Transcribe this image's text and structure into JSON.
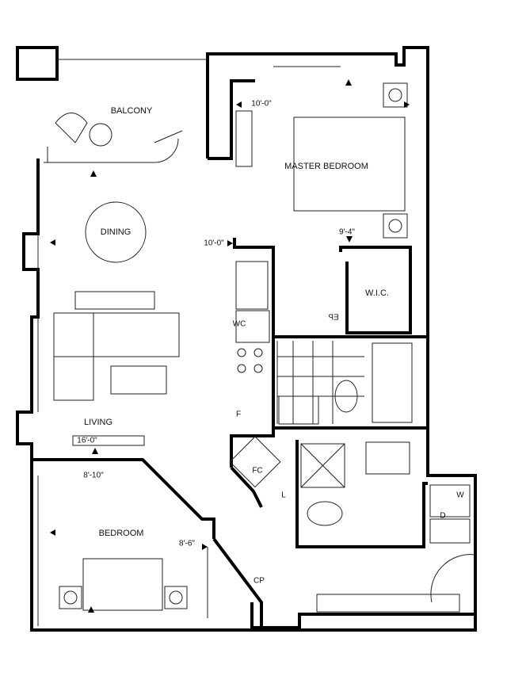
{
  "rooms": {
    "balcony": "BALCONY",
    "master_bedroom": "MASTER BEDROOM",
    "dining": "DINING",
    "wic": "W.I.C.",
    "living": "LIVING",
    "bedroom": "BEDROOM"
  },
  "dimensions": {
    "master_width": "10'-0\"",
    "master_depth": "10'-0\"",
    "wic": "9'-4\"",
    "living_width": "16'-0\"",
    "bedroom_depth": "8'-10\"",
    "bedroom_width": "8'-6\""
  },
  "fixtures": {
    "wc": "WC",
    "fridge": "F",
    "fc": "FC",
    "linen": "L",
    "cp": "CP",
    "ep": "EP",
    "washer": "W",
    "dryer": "D"
  },
  "colors": {
    "wall": "#000000",
    "line": "#222222"
  }
}
